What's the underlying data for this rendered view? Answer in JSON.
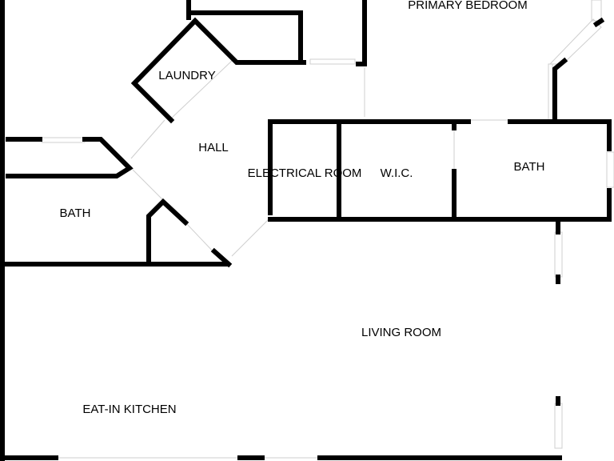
{
  "floorplan": {
    "colors": {
      "wall": "#000000",
      "background": "#ffffff",
      "window": "#dddddd"
    },
    "rooms": [
      {
        "id": "primary-bedroom",
        "label": "PRIMARY BEDROOM"
      },
      {
        "id": "laundry",
        "label": "LAUNDRY"
      },
      {
        "id": "hall",
        "label": "HALL"
      },
      {
        "id": "electrical-room",
        "label": "ELECTRICAL ROOM"
      },
      {
        "id": "wic",
        "label": "W.I.C."
      },
      {
        "id": "bath-right",
        "label": "BATH"
      },
      {
        "id": "bath-left",
        "label": "BATH"
      },
      {
        "id": "living-room",
        "label": "LIVING ROOM"
      },
      {
        "id": "eat-in-kitchen",
        "label": "EAT-IN KITCHEN"
      }
    ]
  }
}
